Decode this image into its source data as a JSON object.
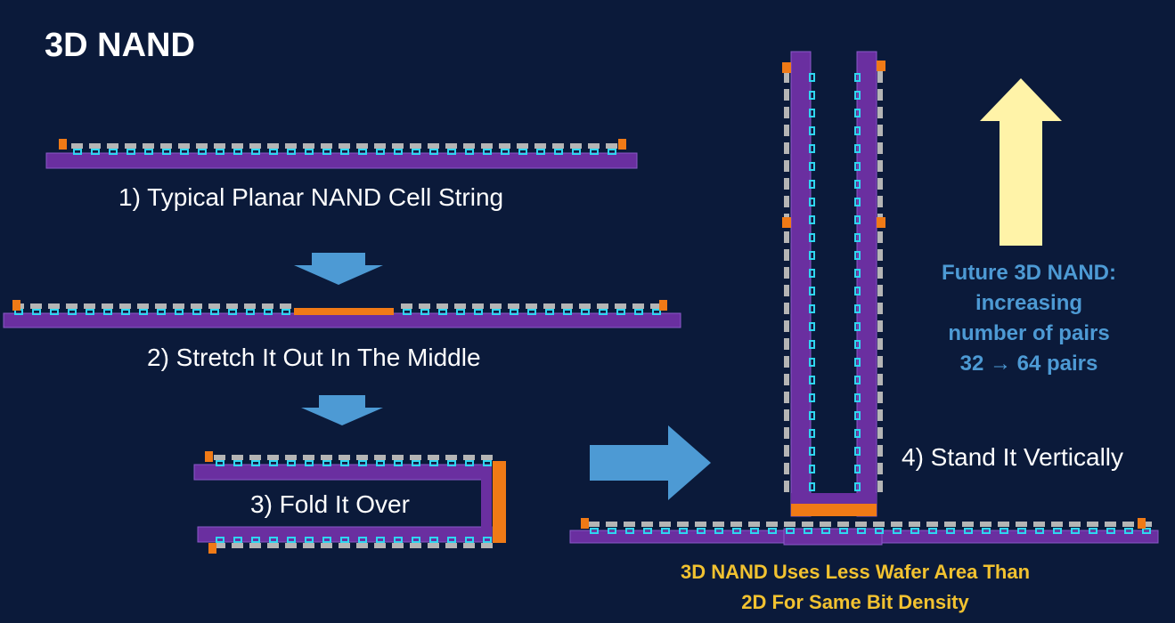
{
  "title": "3D NAND",
  "steps": [
    "1) Typical Planar NAND Cell String",
    "2) Stretch It Out In The Middle",
    "3) Fold It Over",
    "4) Stand It Vertically"
  ],
  "future_note": {
    "lines": [
      "Future 3D NAND:",
      "increasing",
      "number of pairs",
      "32 → 64 pairs"
    ]
  },
  "bottom_note": {
    "lines": [
      "3D NAND Uses Less Wafer Area Than",
      "2D For Same Bit Density"
    ]
  },
  "colors": {
    "background": "#0b1a3a",
    "channel_purple": "#6a2fa0",
    "channel_edge": "#8a5ac8",
    "cell_gray": "#b5b5b5",
    "cell_cyan": "#2fd6f0",
    "contact_orange": "#f07a16",
    "arrow_blue": "#4d9ad4",
    "arrow_yellow": "#fff3a8",
    "future_text": "#4d9ad4",
    "bottom_text": "#f2c230",
    "label_text": "#ffffff"
  }
}
